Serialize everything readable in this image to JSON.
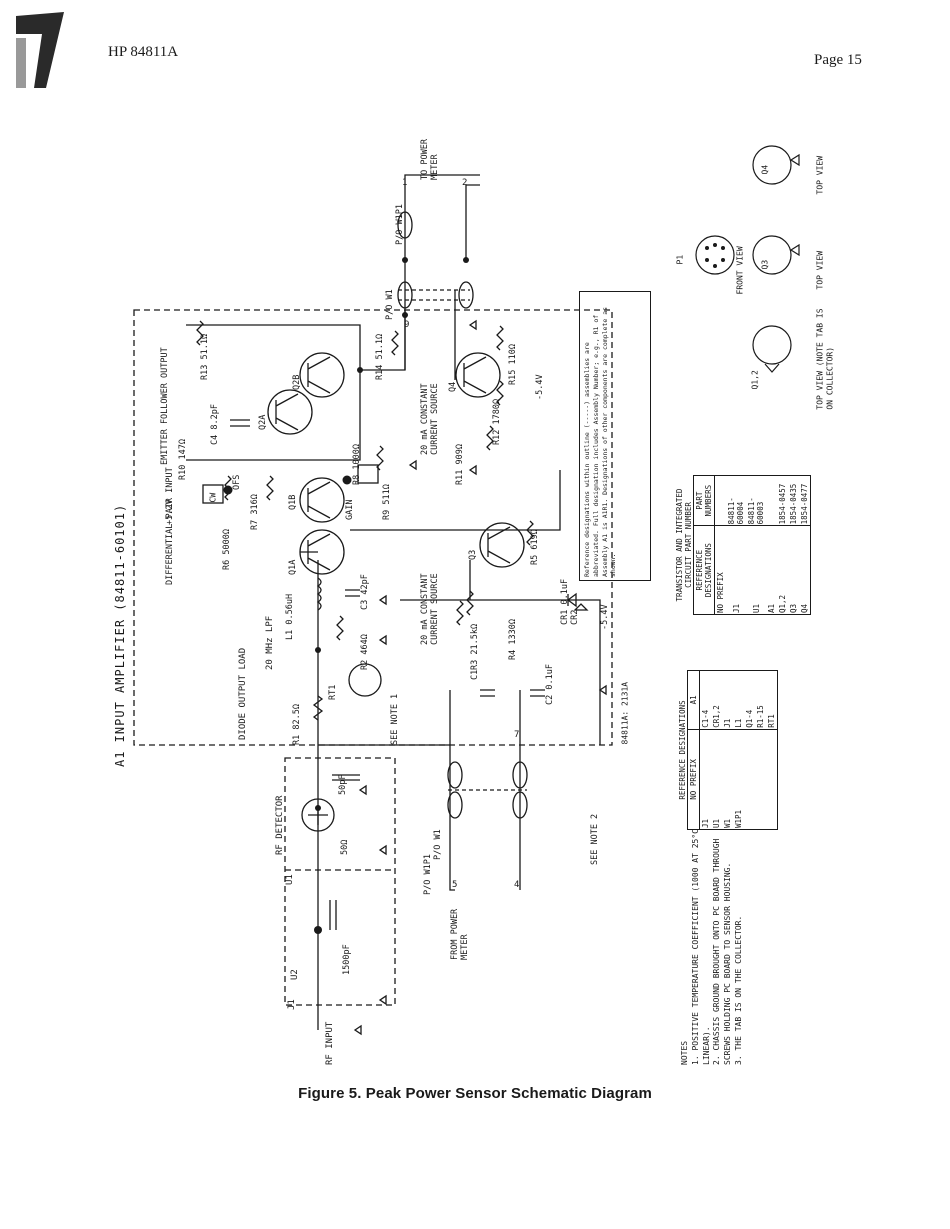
{
  "header": {
    "model": "HP 84811A",
    "page": "Page 15"
  },
  "figure": {
    "caption": "Figure 5.  Peak Power Sensor Schematic Diagram"
  },
  "schematic": {
    "assembly_title": "A1 INPUT AMPLIFIER (84811-60101)",
    "board_id": "84811A: 2131A",
    "sections": {
      "rf_detector": "RF DETECTOR",
      "diode_output_load": "DIODE OUTPUT LOAD",
      "lpf": "20 MHz LPF",
      "diff_pair": "DIFFERENTIAL PAIR INPUT",
      "emitter_follower": "EMITTER FOLLOWER OUTPUT",
      "ccs_1": "20 mA CONSTANT CURRENT SOURCE",
      "ccs_2": "20 mA CONSTANT CURRENT SOURCE",
      "from_meter": "FROM POWER METER",
      "to_meter": "TO POWER METER"
    },
    "labels": {
      "rf_input": "RF INPUT",
      "j1": "J1",
      "u1": "U1",
      "u2": "U2",
      "c_1500": "1500pF",
      "c_50": "50pF",
      "r_50": "50Ω",
      "r1": "R1 82.5Ω",
      "rt1": "RT1",
      "see_note_1": "SEE NOTE 1",
      "see_note_2": "SEE NOTE 2",
      "l1": "L1 0.56uH",
      "r2": "R2 464Ω",
      "c3": "C3 42pF",
      "q1a": "Q1A",
      "q1b": "Q1B",
      "q2a": "Q2A",
      "q2b": "Q2B",
      "q3": "Q3",
      "q4": "Q4",
      "r3": "R3 21.5kΩ",
      "r4": "R4 1330Ω",
      "r5": "R5 619Ω",
      "r6": "R6 5000Ω",
      "r7": "R7 316Ω",
      "r8": "R8 1000Ω",
      "r9": "R9 511Ω",
      "r10": "R10 147Ω",
      "r11": "R11 909Ω",
      "r12": "R12 1780Ω",
      "r13": "R13 51.1Ω",
      "r14": "R14 51.1Ω",
      "r15": "R15 110Ω",
      "c4": "C4 8.2pF",
      "c1": "C1",
      "c2": "C2 0.1uF",
      "c2b": "C2",
      "cr1": "CR1 0.1uF",
      "cr2": "CR2",
      "ofs": "OFS",
      "gain": "GAIN",
      "cw": "CW",
      "p5v": "+5.2V",
      "m54v": "-5.4V",
      "m5v": "-5.4V",
      "p0_w1": "P/O W1",
      "p0_w1p1": "P/O W1P1",
      "pin5": "5",
      "pin4": "4",
      "pin9": "9",
      "pin1": "1",
      "pin2": "2",
      "pin7": "7"
    },
    "ref_note": "Reference designations within outline (-----) assemblies are abbreviated. Full designation includes Assembly Number; e.g., R1 of Assembly A1 is A1R1. Designations of other components are complete as shown."
  },
  "ref_table": {
    "title": "REFERENCE DESIGNATIONS",
    "headers": [
      "NO PREFIX",
      "A1"
    ],
    "rows": [
      [
        "J1",
        "C1-4"
      ],
      [
        "U1",
        "CR1,2"
      ],
      [
        "W1",
        "J1"
      ],
      [
        "W1P1",
        "L1"
      ],
      [
        "",
        "Q1-4"
      ],
      [
        "",
        "R1-15"
      ],
      [
        "",
        "RT1"
      ]
    ]
  },
  "part_table": {
    "title": "TRANSISTOR AND INTEGRATED CIRCUIT PART NUMBER",
    "headers": [
      "REFERENCE DESIGNATIONS",
      "PART NUMBERS"
    ],
    "rows": [
      [
        "NO PREFIX",
        ""
      ],
      [
        "J1",
        "84811-60004"
      ],
      [
        "U1",
        "84811-60003"
      ],
      [
        "A1",
        ""
      ],
      [
        "Q1,2",
        "1854-0457"
      ],
      [
        "Q3",
        "1854-0435"
      ],
      [
        "Q4",
        "1854-0477"
      ]
    ]
  },
  "pinouts": {
    "p1": "P1",
    "p1_view": "FRONT VIEW",
    "q12": "Q1,2",
    "q12_view": "TOP VIEW (NOTE TAB IS ON COLLECTOR)",
    "q3": "Q3",
    "q3_view": "TOP VIEW",
    "q4": "Q4",
    "q4_view": "TOP VIEW"
  },
  "notes": {
    "title": "NOTES",
    "items": [
      "1. POSITIVE TEMPERATURE COEFFICIENT (1000 AT 25°C LINEAR).",
      "2. CHASSIS GROUND BROUGHT ONTO PC BOARD THROUGH SCREWS HOLDING PC BOARD TO SENSOR HOUSING.",
      "3. THE TAB IS ON THE COLLECTOR."
    ]
  }
}
